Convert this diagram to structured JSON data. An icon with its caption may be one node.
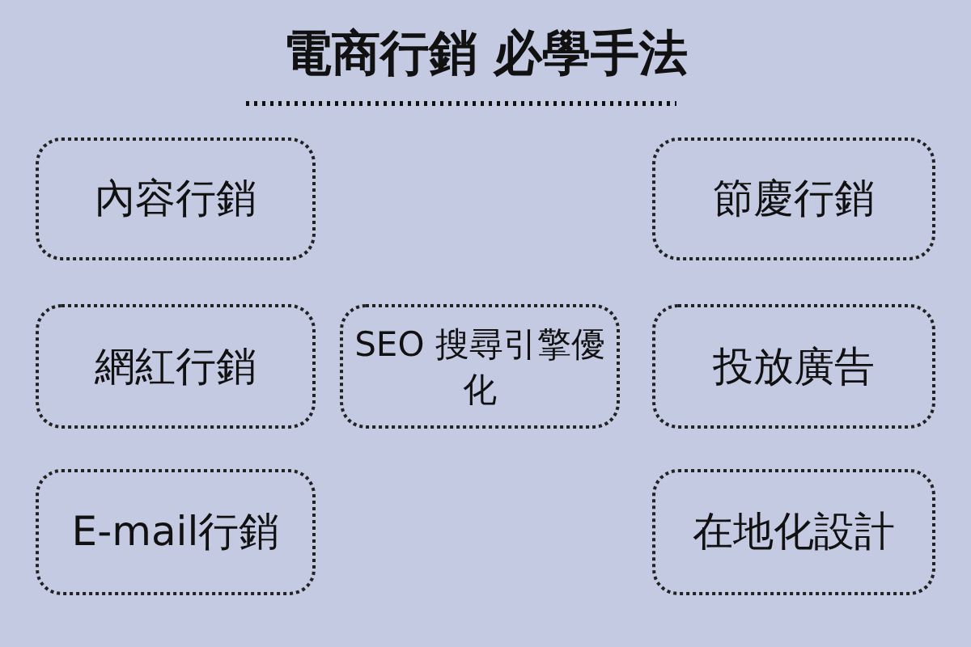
{
  "diagram": {
    "title": "電商行銷 必學手法",
    "nodes": [
      {
        "text": [
          "內容行銷"
        ]
      },
      {
        "text": [
          "節慶行銷"
        ]
      },
      {
        "text": [
          "網紅行銷"
        ]
      },
      {
        "text": [
          "SEO 搜尋引擎優化"
        ]
      },
      {
        "text": [
          "投放廣告"
        ]
      },
      {
        "text": [
          "E-mail行銷"
        ]
      },
      {
        "text": [
          "在地化設計"
        ]
      }
    ]
  }
}
